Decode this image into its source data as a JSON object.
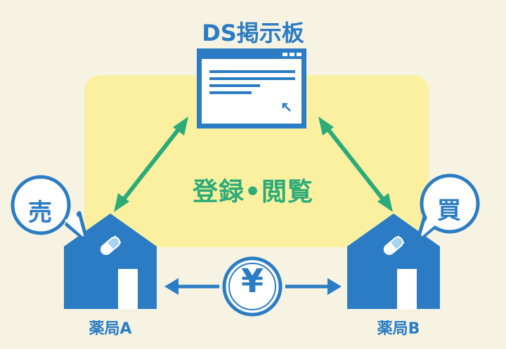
{
  "board": {
    "title": "DS掲示板"
  },
  "center": {
    "label": "登録•閲覧"
  },
  "pharmacy_a": {
    "label": "薬局A",
    "bubble": "売"
  },
  "pharmacy_b": {
    "label": "薬局B",
    "bubble": "買"
  },
  "payment": {
    "symbol": "¥"
  },
  "colors": {
    "background": "#f7f3e3",
    "highlight": "#fbf0a0",
    "blue": "#2b7cc4",
    "green": "#2bab78"
  },
  "icons": [
    "window-icon",
    "cursor-icon",
    "house-icon",
    "pill-icon",
    "yen-coin-icon",
    "double-arrow-icon"
  ]
}
